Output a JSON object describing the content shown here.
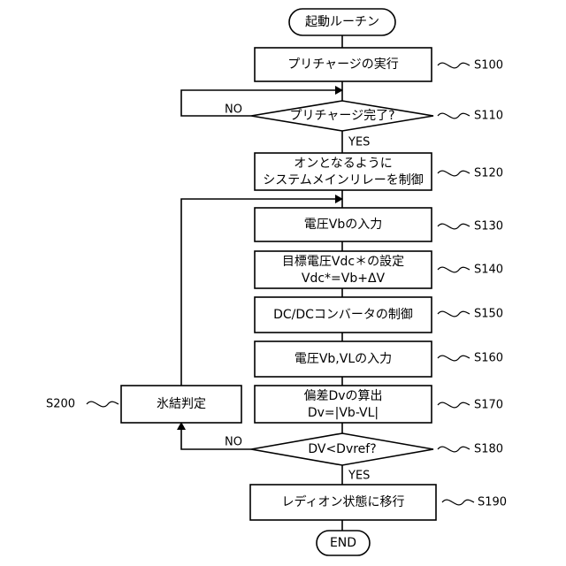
{
  "start": "起動ルーチン",
  "end": "END",
  "steps": {
    "s100": {
      "label": "プリチャージの実行",
      "id": "S100"
    },
    "s110": {
      "label": "プリチャージ完了?",
      "id": "S110",
      "no": "NO",
      "yes": "YES"
    },
    "s120": {
      "line1": "オンとなるように",
      "line2": "システムメインリレーを制御",
      "id": "S120"
    },
    "s130": {
      "label": "電圧Vbの入力",
      "id": "S130"
    },
    "s140": {
      "line1": "目標電圧Vdc＊の設定",
      "line2": "Vdc*=Vb+ΔV",
      "id": "S140"
    },
    "s150": {
      "label": "DC/DCコンバータの制御",
      "id": "S150"
    },
    "s160": {
      "label": "電圧Vb,VLの入力",
      "id": "S160"
    },
    "s170": {
      "line1": "偏差Dvの算出",
      "line2": "Dv=|Vb-VL|",
      "id": "S170"
    },
    "s180": {
      "label": "DV<Dvref?",
      "id": "S180",
      "no": "NO",
      "yes": "YES"
    },
    "s190": {
      "label": "レディオン状態に移行",
      "id": "S190"
    },
    "s200": {
      "label": "氷結判定",
      "id": "S200"
    }
  }
}
